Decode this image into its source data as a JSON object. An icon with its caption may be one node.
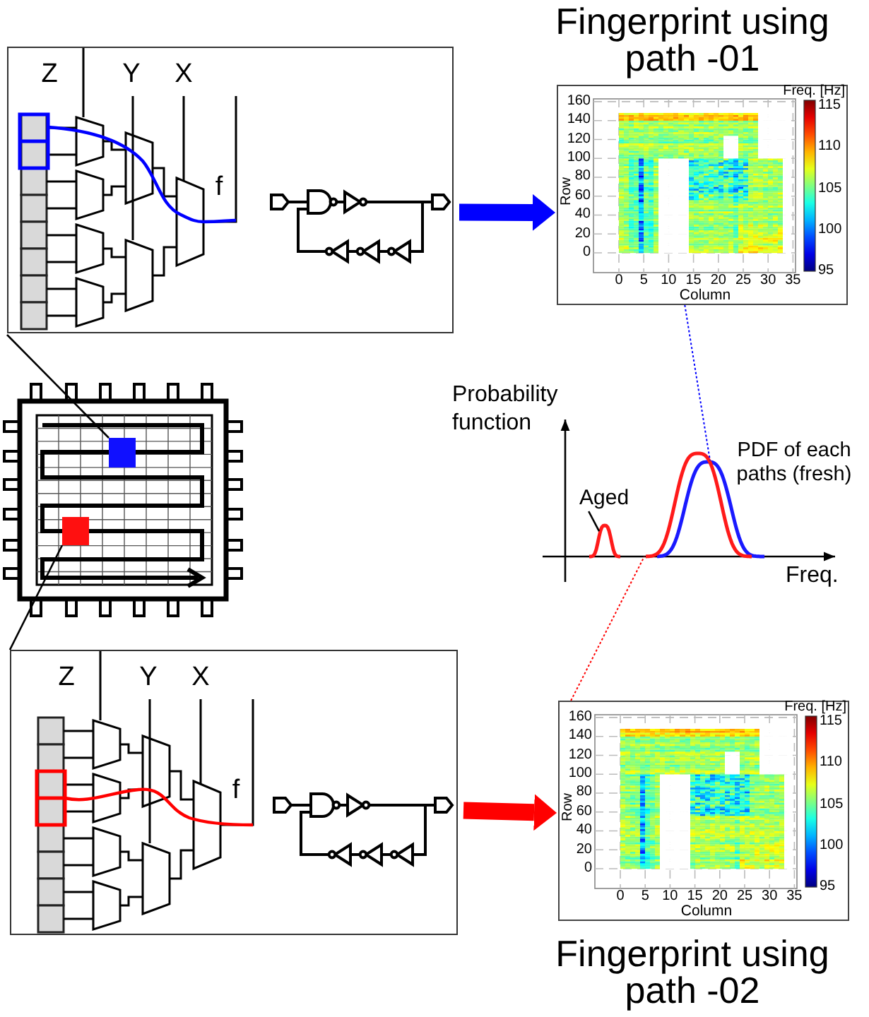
{
  "diagram": {
    "nodes": [
      {
        "text": [
          "Z",
          "Y",
          "X",
          "f"
        ]
      },
      {
        "text": [],
        "shape": "picture"
      },
      {
        "text": [],
        "shape": "box",
        "in": 1
      },
      {
        "text": [],
        "shape": "box",
        "in": 1
      },
      {
        "text": [
          "Fingerprint using path -01",
          "Freq. [Hz]",
          "160",
          "140",
          "120",
          "100",
          "80",
          "60",
          "40",
          "20",
          "0",
          "Row",
          "0",
          "5",
          "10",
          "15",
          "20",
          "25",
          "30",
          "35",
          "Column",
          "115",
          "110",
          "105",
          "100",
          "95"
        ]
      },
      {
        "text": [],
        "shape": "curve"
      },
      {
        "text": [],
        "shape": "curve"
      },
      {
        "text": [
          "Z",
          "Y",
          "X",
          "f"
        ]
      },
      {
        "text": [
          "Fingerprint using path -02",
          "Freq. [Hz]",
          "160",
          "140",
          "120",
          "100",
          "80",
          "60",
          "40",
          "20",
          "0",
          "Row",
          "0",
          "5",
          "10",
          "15",
          "20",
          "25",
          "30",
          "35",
          "Column",
          "115",
          "110",
          "105",
          "100",
          "95"
        ]
      },
      {
        "text": [
          "Aged"
        ]
      }
    ],
    "edges": [
      {
        "from": 0,
        "to": 2,
        "arrow": "none"
      },
      {
        "from": 7,
        "to": 3,
        "arrow": "none"
      },
      {
        "from": 0,
        "to": 4,
        "arrow": "to",
        "style": "thick",
        "color": "#0000ff"
      },
      {
        "from": 7,
        "to": 8,
        "arrow": "to",
        "style": "thick",
        "color": "#ff0000"
      },
      {
        "from": 4,
        "to": 5,
        "arrow": "none",
        "style": "dashed",
        "color": "#0000ff"
      },
      {
        "from": 8,
        "to": 6,
        "arrow": "none",
        "style": "dashed",
        "color": "#ff0000"
      },
      {
        "from": 9,
        "to": 6,
        "arrow": "none"
      }
    ],
    "labels": [
      "Probability function",
      "PDF of each paths (fresh)",
      "Freq."
    ]
  }
}
